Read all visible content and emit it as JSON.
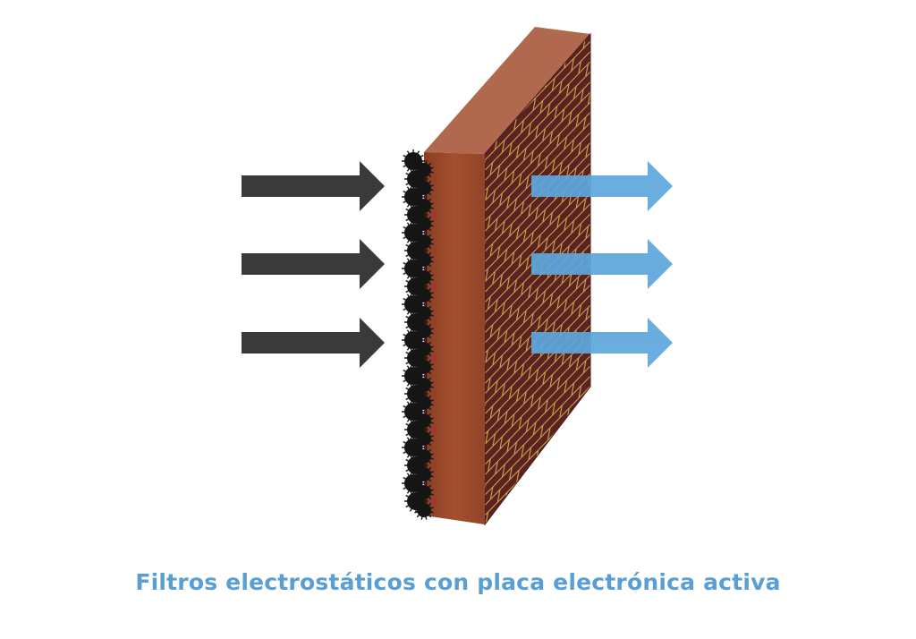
{
  "caption": {
    "text": "Filtros electrostáticos con placa electrónica activa"
  },
  "colors": {
    "caption": "#5a9fd4",
    "incoming_arrow": "#3a3a3a",
    "outgoing_arrow": "#5da7dd",
    "panel_front": "#9c4a2e",
    "panel_top": "#b0684f",
    "panel_side": "#5b2222",
    "mesh": "#c9a04a",
    "particles": "#151515"
  },
  "icons": {
    "incoming_arrows": "arrow-right-icon",
    "outgoing_arrows": "arrow-right-icon",
    "particles": "dust-particle-icon"
  },
  "arrows": {
    "incoming_count": 3,
    "outgoing_count": 3
  }
}
